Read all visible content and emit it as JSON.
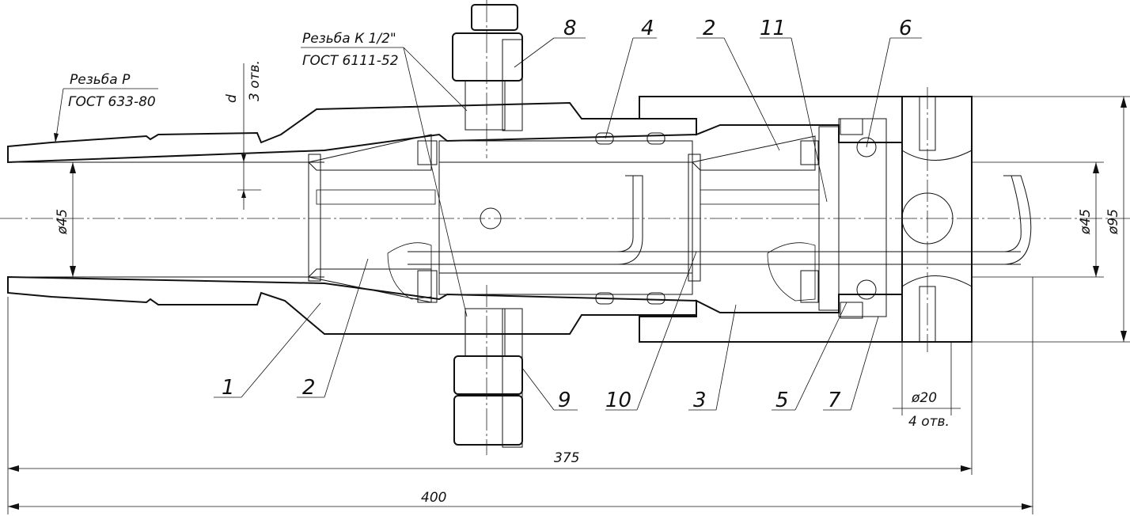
{
  "callouts": {
    "c1": "1",
    "c2a": "2",
    "c2b": "2",
    "c3": "3",
    "c4": "4",
    "c5": "5",
    "c6": "6",
    "c7": "7",
    "c8": "8",
    "c9": "9",
    "c10": "10",
    "c11": "11"
  },
  "notes": {
    "thread_p": "Резьба Р",
    "gost_633": "ГОСТ 633-80",
    "thread_k": "Резьба К 1/2\"",
    "gost_6111": "ГОСТ 6111-52",
    "d_label": "d",
    "holes_3": "3 отв."
  },
  "dimensions": {
    "dia45_left": "ø45",
    "dia45_right": "ø45",
    "dia95": "ø95",
    "dia20": "ø20",
    "holes_4": "4 отв.",
    "len_375": "375",
    "len_400": "400"
  }
}
